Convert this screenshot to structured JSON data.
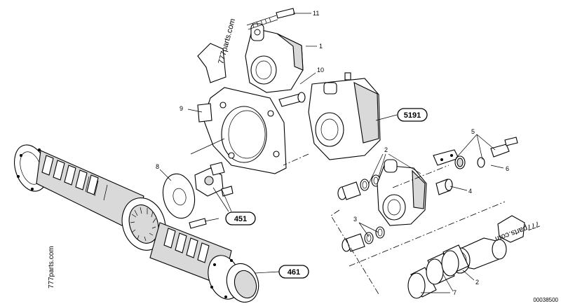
{
  "callouts": {
    "c1": "1",
    "c2a": "2",
    "c2b": "2",
    "c3": "3",
    "c4": "4",
    "c5": "5",
    "c6": "6",
    "c7": "7",
    "c8": "8",
    "c9": "9",
    "c10": "10",
    "c11": "11"
  },
  "references": {
    "r5191": "5191",
    "r451": "451",
    "r461": "461"
  },
  "watermarks": {
    "top": "777parts.com",
    "right": "777parts.com",
    "left": "777parts.com"
  },
  "drawing_code": "00038500",
  "colors": {
    "line": "#000000",
    "background": "#ffffff",
    "shade": "#d9d9d9"
  }
}
